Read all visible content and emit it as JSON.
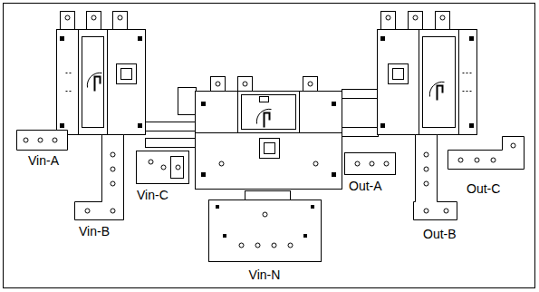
{
  "diagram": {
    "labels": [
      "Vin-A",
      "Vin-B",
      "Vin-C",
      "Vin-N",
      "Out-A",
      "Out-B",
      "Out-C"
    ]
  }
}
